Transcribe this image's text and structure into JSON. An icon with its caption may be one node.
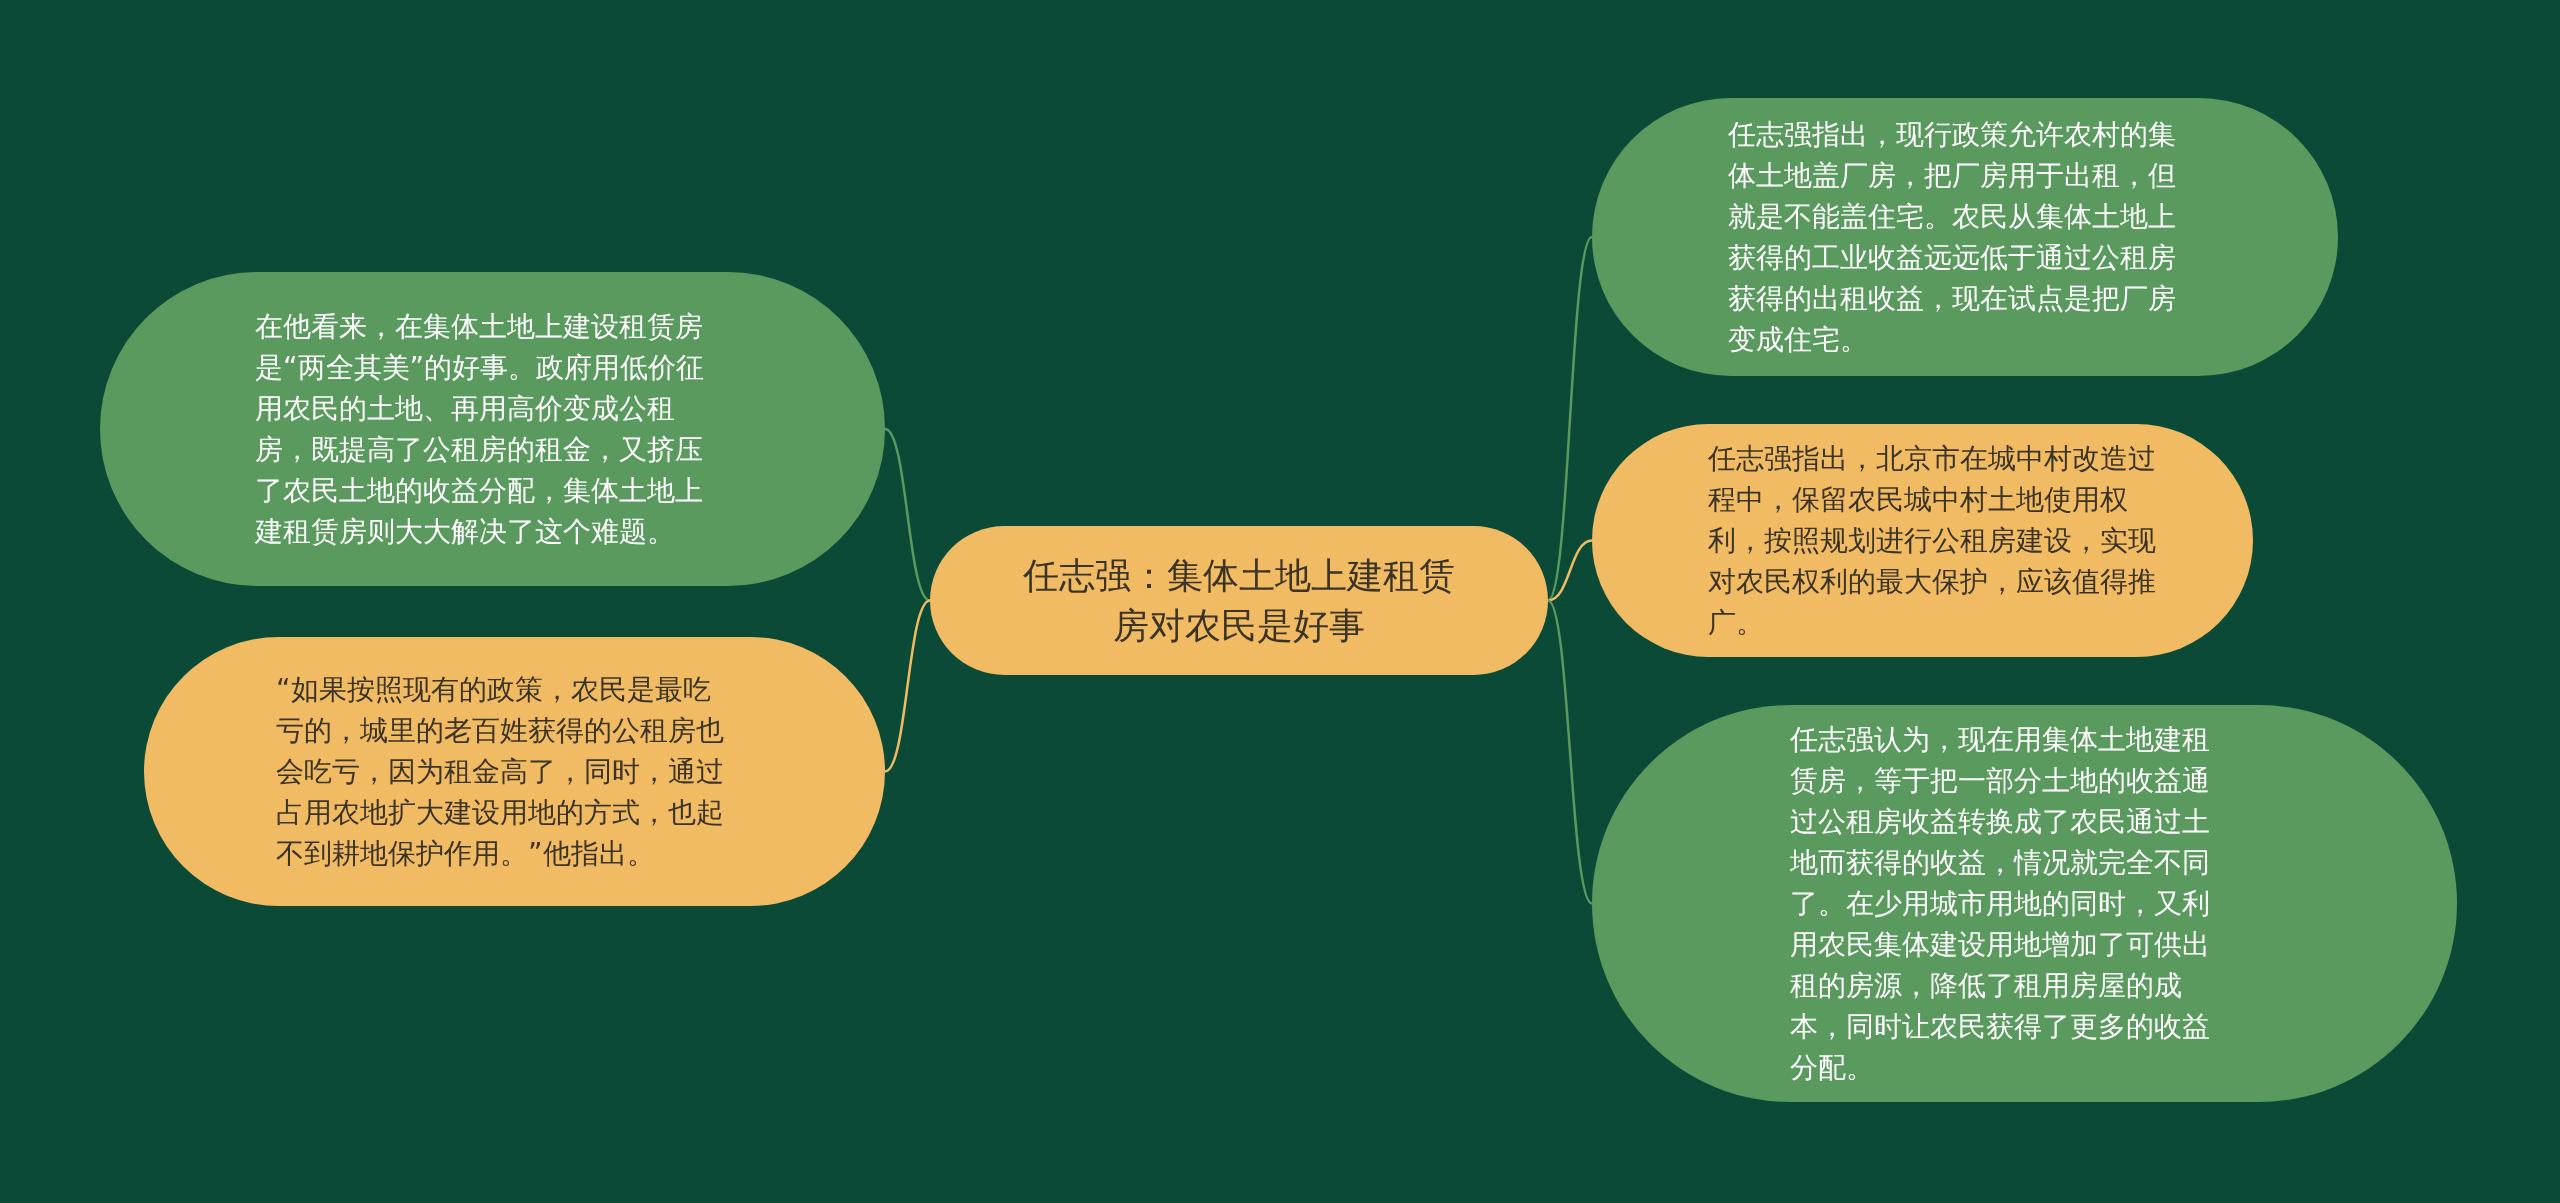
{
  "diagram": {
    "nodes": [
      {
        "text": [
          "任志强：集体土地上建租赁房对农民是好事"
        ]
      },
      {
        "text": [
          "在他看来，在集体土地上建设租赁房是“两全其美”的好事。政府用低价征用农民的土地、再用高价变成公租房，既提高了公租房的租金，又挤压了农民土地的收益分配，集体土地上建租赁房则大大解决了这个难题。"
        ]
      },
      {
        "text": [
          "“如果按照现有的政策，农民是最吃亏的，城里的老百姓获得的公租房也会吃亏，因为租金高了，同时，通过占用农地扩大建设用地的方式，也起不到耕地保护作用。”他指出。"
        ]
      },
      {
        "text": [
          "任志强指出，现行政策允许农村的集体土地盖厂房，把厂房用于出租，但就是不能盖住宅。农民从集体土地上获得的工业收益远远低于通过公租房获得的出租收益，现在试点是把厂房变成住宅。"
        ]
      },
      {
        "text": [
          "任志强指出，北京市在城中村改造过程中，保留农民城中村土地使用权利，按照规划进行公租房建设，实现对农民权利的最大保护，应该值得推广。"
        ]
      },
      {
        "text": [
          "任志强认为，现在用集体土地建租赁房，等于把一部分土地的收益通过公租房收益转换成了农民通过土地而获得的收益，情况就完全不同了。在少用城市用地的同时，又利用农民集体建设用地增加了可供出租的房源，降低了租用房屋的成本，同时让农民获得了更多的收益分配。"
        ]
      }
    ],
    "edges": [
      {
        "from": 0,
        "to": 1,
        "arrow": "none"
      },
      {
        "from": 0,
        "to": 2,
        "arrow": "none",
        "color": "#f0bb63"
      },
      {
        "from": 0,
        "to": 3,
        "arrow": "none"
      },
      {
        "from": 0,
        "to": 4,
        "arrow": "none",
        "color": "#f0bb63"
      },
      {
        "from": 0,
        "to": 5,
        "arrow": "none"
      }
    ]
  }
}
